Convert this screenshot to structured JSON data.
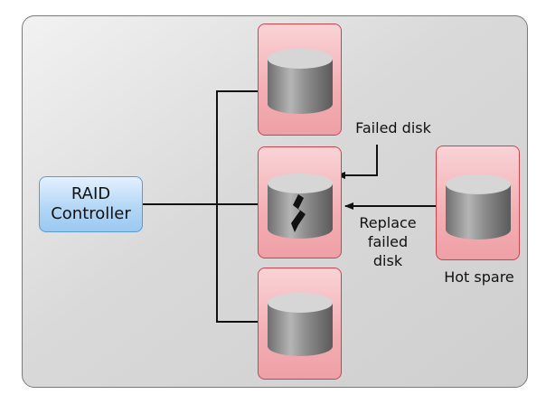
{
  "controller": {
    "line1": "RAID",
    "line2": "Controller"
  },
  "labels": {
    "failed_disk": "Failed disk",
    "replace_line1": "Replace",
    "replace_line2": "failed",
    "replace_line3": "disk",
    "hot_spare": "Hot spare"
  },
  "colors": {
    "panel_border": "#7a7a7a",
    "controller_fill": "#b4d7f6",
    "controller_border": "#5b9bd5",
    "disk_box_fill": "#f3aeb3",
    "disk_box_border": "#c8454e",
    "cylinder": "#9a9a9a"
  }
}
